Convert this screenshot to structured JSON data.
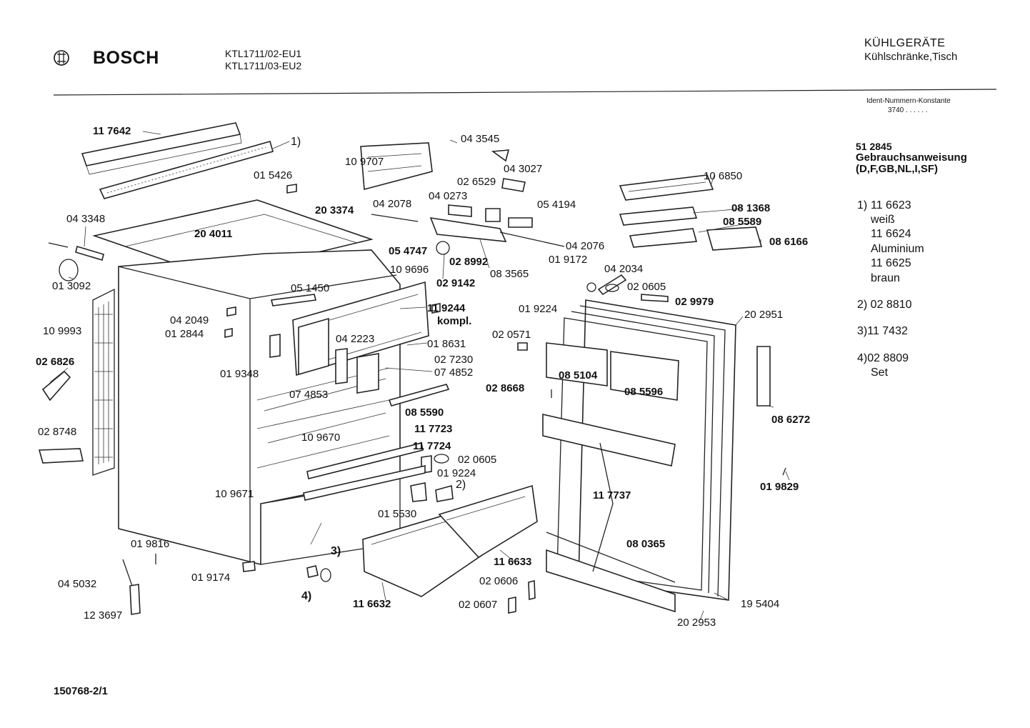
{
  "header": {
    "brand": "BOSCH",
    "model_line1": "KTL1711/02-EU1",
    "model_line2": "KTL1711/03-EU2",
    "category_title": "KÜHLGERÄTE",
    "category_sub": "Kühlschränke,Tisch",
    "ident_label": "Ident-Nummern-Konstante",
    "ident_value": "3740  . .  . . . ."
  },
  "notes": {
    "manual_number": "51 2845",
    "manual_title": "Gebrauchsanweisung",
    "manual_languages": "(D,F,GB,NL,I,SF)",
    "note1_marker": "1)",
    "note1_lines": [
      "11 6623",
      "weiß",
      "11 6624",
      "Aluminium",
      "11 6625",
      "braun"
    ],
    "note2": "2) 02 8810",
    "note3": "3)11 7432",
    "note4_line1": "4)02 8809",
    "note4_line2": "Set"
  },
  "footer": {
    "doc_number": "150768-2/1"
  },
  "parts": [
    "11 7642",
    "1)",
    "01 5426",
    "10 9707",
    "04 3545",
    "04 3027",
    "02 6529",
    "04 0273",
    "05 4194",
    "10 6850",
    "04 3348",
    "20 3374",
    "04 2078",
    "20 4011",
    "08 1368",
    "08 5589",
    "08 6166",
    "05 4747",
    "02 8992",
    "04 2076",
    "01 3092",
    "10 9696",
    "02 9142",
    "08 3565",
    "01 9172",
    "04 2034",
    "05 1450",
    "02 0605",
    "02 9979",
    "01 9224",
    "11 9244",
    "kompl.",
    "04 2049",
    "20 2951",
    "01 2844",
    "10 9993",
    "02 0571",
    "04 2223",
    "01 8631",
    "02 6826",
    "02 7230",
    "01 9348",
    "07 4852",
    "08 5104",
    "08 5596",
    "02 8668",
    "07 4853",
    "08 5590",
    "08 6272",
    "02 8748",
    "11 7723",
    "10 9670",
    "11 7724",
    "02 0605",
    "01 9224",
    "01 9829",
    "2)",
    "11 7737",
    "10 9671",
    "01 5530",
    "08 0365",
    "3)",
    "01 9816",
    "11 6633",
    "04 5032",
    "01 9174",
    "02 0606",
    "4)",
    "11 6632",
    "02 0607",
    "19 5404",
    "12 3697",
    "20 2953"
  ]
}
